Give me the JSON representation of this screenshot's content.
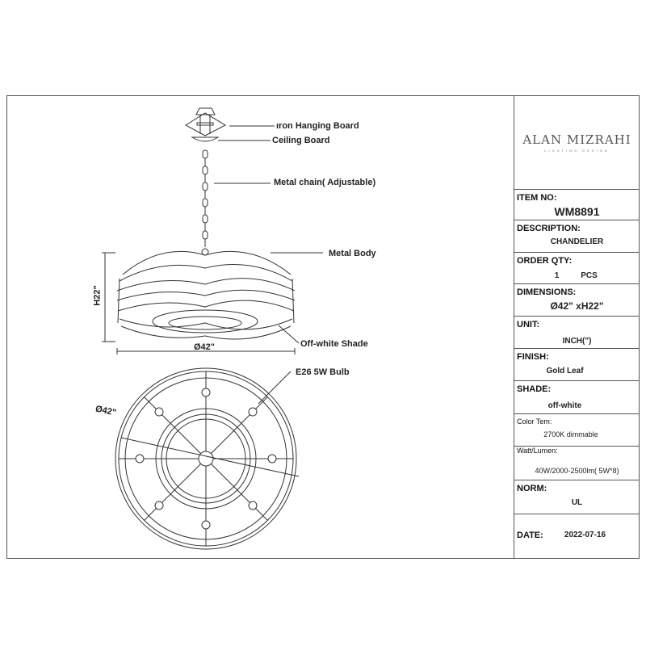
{
  "labels": {
    "hanging": "ıron Hanging Board",
    "ceiling": "Ceiling Board",
    "chain": "Metal chain( Adjustable)",
    "body": "Metal Body",
    "height": "H22\"",
    "width": "Ø42\"",
    "shade": "Off-white Shade",
    "bulb": "E26 5W Bulb",
    "diameter": "Ø42\""
  },
  "brand": {
    "name": "ALAN MIZRAHI",
    "tagline": "LIGHTING DESIGN"
  },
  "spec": {
    "item_no_label": "ITEM NO:",
    "item_no": "WM8891",
    "description_label": "DESCRIPTION:",
    "description": "CHANDELIER",
    "qty_label": "ORDER QTY:",
    "qty": "1",
    "qty_unit": "PCS",
    "dimensions_label": "DIMENSIONS:",
    "dimensions": "Ø42\" xH22\"",
    "unit_label": "UNIT:",
    "unit": "INCH(\")",
    "finish_label": "FINISH:",
    "finish": "Gold Leaf",
    "shade_label": "SHADE:",
    "shade": "off-white",
    "color_label": "Color Tem:",
    "color": "2700K dimmable",
    "watt_label": "Watt/Lumen:",
    "watt": "40W/2000-2500lm( 5W*8)",
    "norm_label": "NORM:",
    "norm": "UL",
    "date_label": "DATE:",
    "date": "2022-07-16"
  }
}
